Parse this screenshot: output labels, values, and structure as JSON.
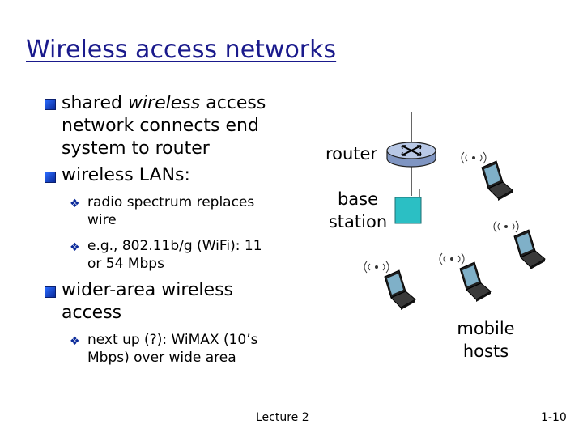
{
  "slide": {
    "title": "Wireless access networks",
    "bullets": [
      {
        "pre": "shared ",
        "em": "wireless",
        "post": " access",
        "line2": "network connects end",
        "line3": "system to router"
      },
      {
        "text": "wireless LANs:"
      },
      {
        "text": "wider-area wireless",
        "line2": "access"
      }
    ],
    "subbullets": [
      {
        "line1": "radio spectrum replaces",
        "line2": "wire"
      },
      {
        "line1": "e.g., 802.11b/g (WiFi): 11",
        "line2": "or 54  Mbps"
      },
      {
        "line1": "next up (?): WiMAX (10’s",
        "line2": "Mbps) over wide area"
      }
    ]
  },
  "diagram": {
    "router_label": "router",
    "base_station_label_1": "base",
    "base_station_label_2": "station",
    "mobile_label_1": "mobile",
    "mobile_label_2": "hosts",
    "icons": {
      "router": "router-icon",
      "base_station": "base-station-icon",
      "laptop": "wireless-laptop-icon"
    },
    "colors": {
      "title": "#1a1a8c",
      "router_body": "#9fb3d9",
      "base_station": "#2bbfc4",
      "laptop": "#222222"
    }
  },
  "footer": {
    "center": "Lecture 2",
    "page": "1-10"
  }
}
